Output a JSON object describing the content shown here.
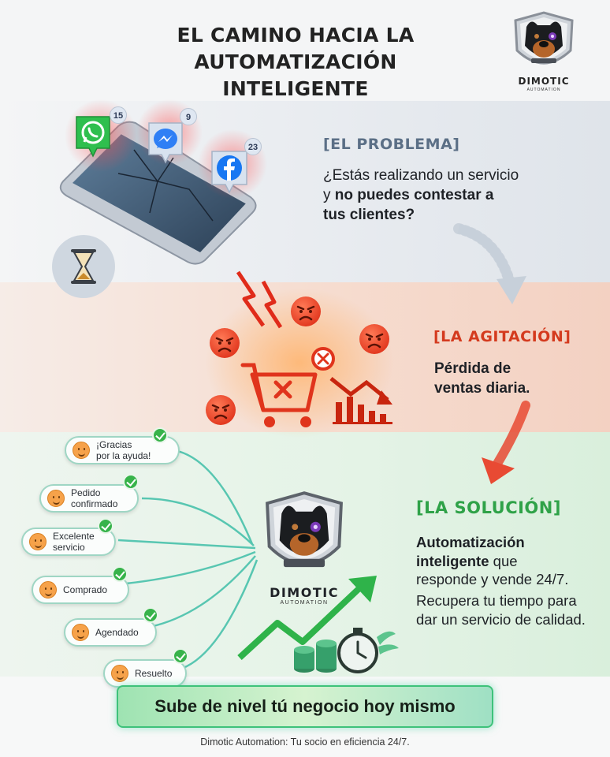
{
  "header": {
    "title_line1": "EL CAMINO HACIA LA",
    "title_line2": "AUTOMATIZACIÓN INTELIGENTE",
    "logo_name": "DIMOTIC",
    "logo_sub": "AUTOMATION"
  },
  "problem": {
    "heading": "[EL PROBLEMA]",
    "text_normal_1": "¿Estás realizando un servicio",
    "text_normal_2": "y ",
    "text_bold_1": "no puedes contestar a",
    "text_bold_2": "tus clientes?",
    "badges": {
      "whatsapp": "15",
      "messenger": "9",
      "facebook": "23"
    }
  },
  "agitation": {
    "heading": "[LA AGITACIÓN]",
    "text_line1": "Pérdida de",
    "text_line2": "ventas diaria."
  },
  "solution": {
    "heading": "[LA SOLUCIÓN]",
    "bold_1": "Automatización",
    "bold_2": "inteligente",
    "normal_1": " que",
    "normal_2": "responde y vende 24/7.",
    "para2": "Recupera tu tiempo para dar un servicio de calidad.",
    "chips": [
      {
        "line1": "¡Gracias",
        "line2": "por la ayuda!"
      },
      {
        "line1": "Pedido",
        "line2": "confirmado"
      },
      {
        "line1": "Excelente",
        "line2": "servicio"
      },
      {
        "line1": "Comprado",
        "line2": ""
      },
      {
        "line1": "Agendado",
        "line2": ""
      },
      {
        "line1": "Resuelto",
        "line2": ""
      }
    ],
    "center_logo_name": "DIMOTIC",
    "center_logo_sub": "AUTOMATION"
  },
  "cta": {
    "label": "Sube de nivel tú negocio hoy mismo"
  },
  "footer": {
    "text": "Dimotic Automation: Tu socio en eficiencia 24/7."
  },
  "colors": {
    "problem_heading": "#5b6f86",
    "agitation_heading": "#d43a1e",
    "solution_heading": "#2fa248",
    "whatsapp": "#2fbf4e",
    "messenger": "#2f7ff5",
    "facebook": "#1877f2",
    "angry": "#f04a2e"
  },
  "icons": [
    "whatsapp-icon",
    "messenger-icon",
    "facebook-icon",
    "hourglass-icon",
    "shopping-cart-icon",
    "falling-chart-icon",
    "rising-arrow-icon",
    "stopwatch-icon",
    "coins-icon",
    "check-icon",
    "dog-mascot-logo"
  ]
}
